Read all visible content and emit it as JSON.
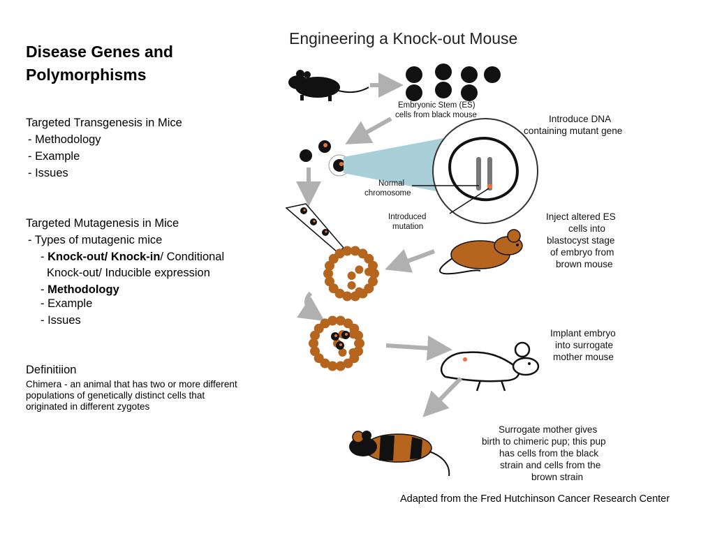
{
  "left": {
    "title_line1": "Disease Genes and",
    "title_line2": "Polymorphisms",
    "transgenesis": {
      "heading": "Targeted Transgenesis in Mice",
      "items": [
        "- Methodology",
        "- Example",
        "- Issues"
      ]
    },
    "mutagenesis": {
      "heading": "Targeted Mutagenesis in Mice",
      "types": "- Types of mutagenic mice",
      "dash1": "- ",
      "knock_out_in": "Knock-out/ Knock-in",
      "conditional": "/ Conditional",
      "line2": "Knock-out/ Inducible expression",
      "dash2": "- ",
      "methodology": "Methodology",
      "example": "- Example",
      "issues": "- Issues"
    },
    "definition": {
      "heading": "Definitiion",
      "body": "Chimera - an animal that has two or more different populations of genetically distinct cells that originated in different zygotes"
    }
  },
  "figure": {
    "title": "Engineering a Knock-out Mouse",
    "es_caption_1": "Embryonic Stem (ES)",
    "es_caption_2": "cells from black mouse",
    "introduce_1": "Introduce DNA",
    "introduce_2": "containing mutant gene",
    "normal_1": "Normal",
    "normal_2": "chromosome",
    "mutation_1": "Introduced",
    "mutation_2": "mutation",
    "inject_1": "Inject altered ES",
    "inject_2": "cells into",
    "inject_3": "blastocyst stage",
    "inject_4": "of embryo from",
    "inject_5": "brown mouse",
    "implant_1": "Implant embryo",
    "implant_2": "into surrogate",
    "implant_3": "mother mouse",
    "surrogate_1": "Surrogate mother gives",
    "surrogate_2": "birth to chimeric pup; this pup",
    "surrogate_3": "has cells from the black",
    "surrogate_4": "strain and cells from the",
    "surrogate_5": "brown strain"
  },
  "credit": "Adapted from the Fred Hutchinson Cancer Research Center",
  "colors": {
    "brown": "#b5651d",
    "black": "#111111",
    "arrow": "#b0b0b0",
    "cone": "#a9cfd8",
    "mutation": "#e8743b"
  }
}
